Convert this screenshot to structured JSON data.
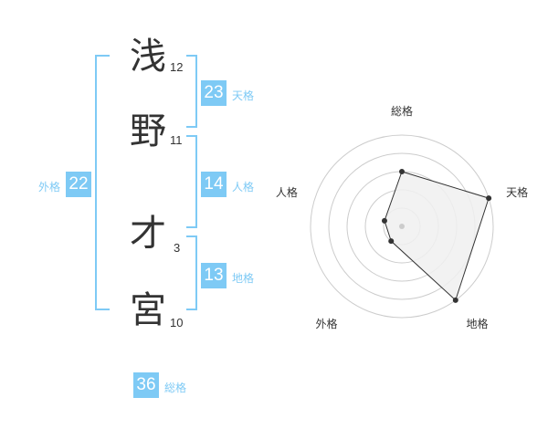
{
  "name_chars": [
    {
      "char": "浅",
      "strokes": "12"
    },
    {
      "char": "野",
      "strokes": "11"
    },
    {
      "char": "才",
      "strokes": "3"
    },
    {
      "char": "宮",
      "strokes": "10"
    }
  ],
  "fortune": {
    "tenkaku": {
      "value": "23",
      "label": "天格"
    },
    "jinkaku": {
      "value": "14",
      "label": "人格"
    },
    "chikaku": {
      "value": "13",
      "label": "地格"
    },
    "gaikaku": {
      "value": "22",
      "label": "外格"
    },
    "soukaku": {
      "value": "36",
      "label": "総格"
    }
  },
  "colors": {
    "accent": "#7ecaf5",
    "text": "#333333",
    "grid": "#cccccc",
    "fill": "#f0f0f0"
  },
  "radar": {
    "axis_labels": [
      "総格",
      "天格",
      "地格",
      "外格",
      "人格"
    ],
    "levels": 5,
    "scores": [
      3,
      5,
      5,
      1,
      1
    ]
  }
}
